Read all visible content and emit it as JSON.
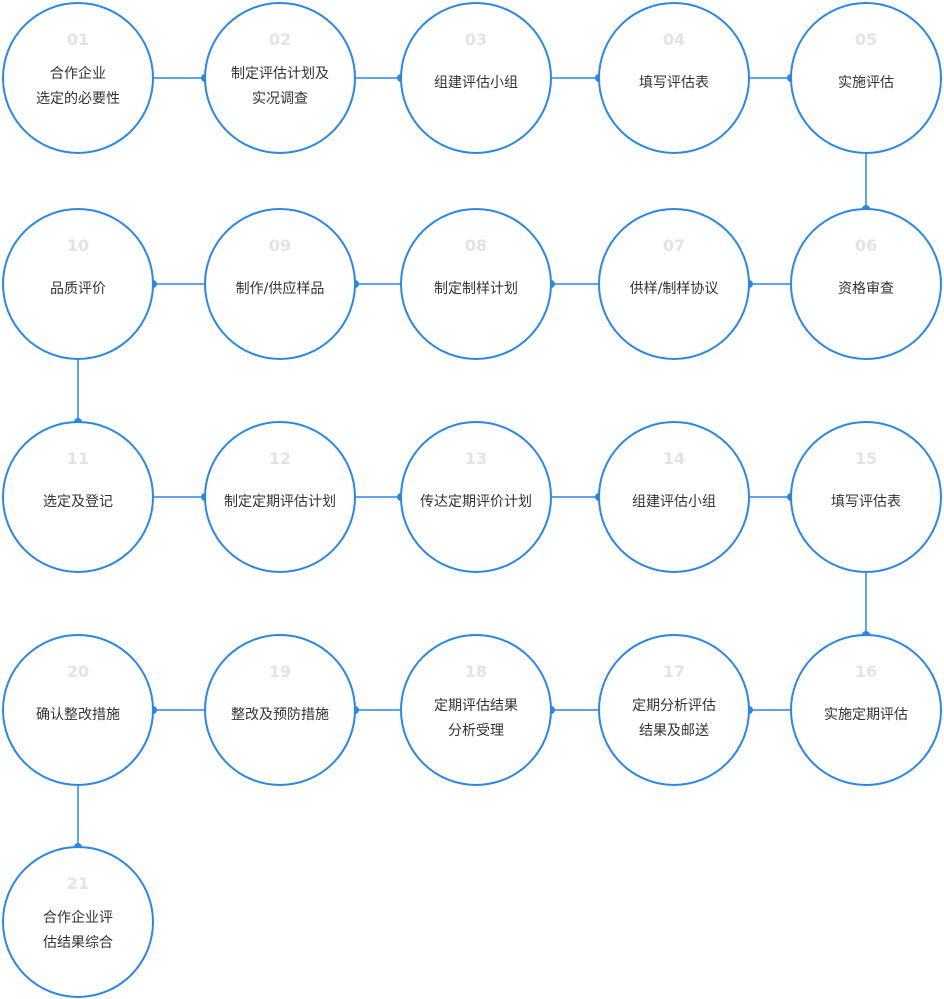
{
  "colors": {
    "accent": "#2b87e3",
    "number": "#e3e3e3",
    "text": "#333333"
  },
  "steps": [
    {
      "number": "01",
      "lines": [
        "合作企业",
        "选定的必要性"
      ]
    },
    {
      "number": "02",
      "lines": [
        "制定评估计划及",
        "实况调查"
      ]
    },
    {
      "number": "03",
      "lines": [
        "组建评估小组"
      ]
    },
    {
      "number": "04",
      "lines": [
        "填写评估表"
      ]
    },
    {
      "number": "05",
      "lines": [
        "实施评估"
      ]
    },
    {
      "number": "06",
      "lines": [
        "资格审查"
      ]
    },
    {
      "number": "07",
      "lines": [
        "供样/制样协议"
      ]
    },
    {
      "number": "08",
      "lines": [
        "制定制样计划"
      ]
    },
    {
      "number": "09",
      "lines": [
        "制作/供应样品"
      ]
    },
    {
      "number": "10",
      "lines": [
        "品质评价"
      ]
    },
    {
      "number": "11",
      "lines": [
        "选定及登记"
      ]
    },
    {
      "number": "12",
      "lines": [
        "制定定期评估计划"
      ]
    },
    {
      "number": "13",
      "lines": [
        "传达定期评价计划"
      ]
    },
    {
      "number": "14",
      "lines": [
        "组建评估小组"
      ]
    },
    {
      "number": "15",
      "lines": [
        "填写评估表"
      ]
    },
    {
      "number": "16",
      "lines": [
        "实施定期评估"
      ]
    },
    {
      "number": "17",
      "lines": [
        "定期分析评估",
        "结果及邮送"
      ]
    },
    {
      "number": "18",
      "lines": [
        "定期评估结果",
        "分析受理"
      ]
    },
    {
      "number": "19",
      "lines": [
        "整改及预防措施"
      ]
    },
    {
      "number": "20",
      "lines": [
        "确认整改措施"
      ]
    },
    {
      "number": "21",
      "lines": [
        "合作企业评",
        "估结果综合"
      ]
    }
  ]
}
